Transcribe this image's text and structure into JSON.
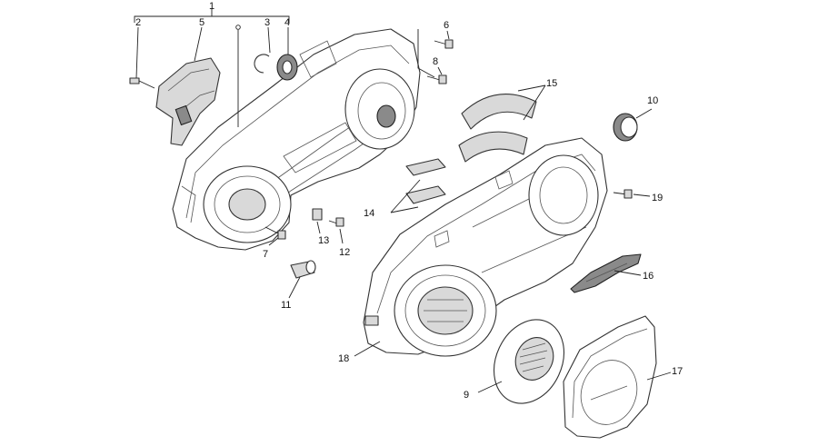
{
  "callouts": {
    "c1": "1",
    "c2": "2",
    "c3": "3",
    "c4": "4",
    "c5": "5",
    "c6": "6",
    "c7": "7",
    "c8": "8",
    "c9": "9",
    "c10": "10",
    "c11": "11",
    "c12": "12",
    "c13": "13",
    "c14": "14",
    "c15": "15",
    "c16": "16",
    "c17": "17",
    "c18": "18",
    "c19": "19"
  },
  "colors": {
    "line": "#222222",
    "shade": "#d9d9d9",
    "dark": "#8a8a8a"
  }
}
